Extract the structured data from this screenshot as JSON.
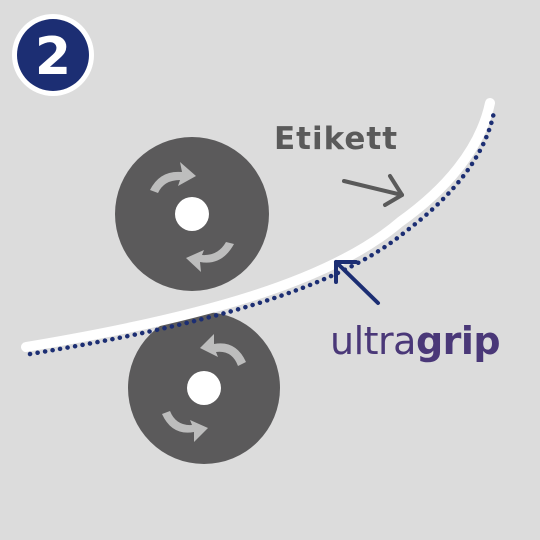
{
  "step": {
    "number": "2"
  },
  "labels": {
    "etikett": "Etikett",
    "brand_light": "ultra",
    "brand_bold": "grip"
  },
  "colors": {
    "background": "#dcdcdc",
    "badge_fill": "#1c2e73",
    "badge_ring": "#ffffff",
    "roller": "#5b5a5b",
    "roller_hub": "#ffffff",
    "rotation_arrow": "#bdbdbd",
    "label_strip": "#ffffff",
    "adhesive_dots": "#1c2e73",
    "etikett_text": "#5a5a5a",
    "etikett_arrow": "#5a5a5a",
    "brand_text": "#4a3878",
    "brand_arrow": "#1c2e73"
  },
  "icons": {
    "roller_top_arrows": "rotate-clockwise-arrows",
    "roller_bottom_arrows": "rotate-counterclockwise-arrows"
  }
}
